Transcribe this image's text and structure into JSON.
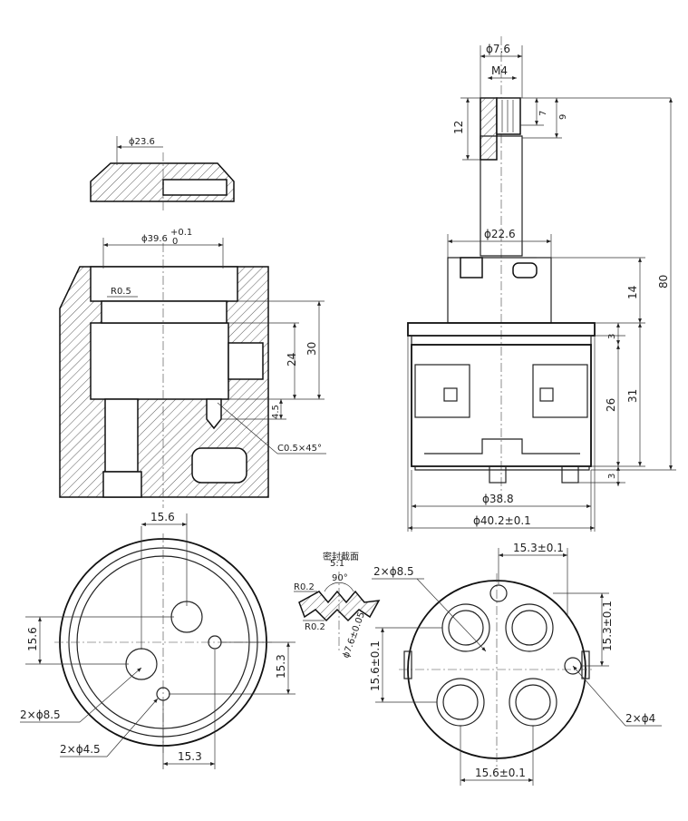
{
  "top_view": {
    "stem_diameter": "ϕ7.6",
    "thread": "M4",
    "stem_height": "12",
    "spline_len": "7",
    "spline_total": "9",
    "collar_diameter": "ϕ22.6",
    "collar_height": "14",
    "overall_height": "80",
    "flange_thickness": "3",
    "body_height": "26",
    "body_total": "31",
    "bottom_step": "3",
    "body_diameter": "ϕ38.8",
    "flange_diameter": "ϕ40.2±0.1"
  },
  "cap_view": {
    "diameter": "ϕ23.6"
  },
  "section_view": {
    "bore_diameter": "ϕ39.6",
    "tol_upper": "+0.1",
    "tol_lower": "0",
    "radius": "R0.5",
    "cavity_height": "24",
    "bore_depth": "30",
    "step": "4.5",
    "chamfer": "C0.5×45°"
  },
  "bottom_left": {
    "hole_offset_x": "15.6",
    "hole_offset_y": "15.6",
    "small_hole_offset": "15.3",
    "bottom_spacing": "15.3",
    "big_holes": "2×ϕ8.5",
    "small_holes": "2×ϕ4.5"
  },
  "detail": {
    "title": "密封截面",
    "scale": "5:1",
    "radius_a": "R0.2",
    "angle": "90°",
    "radius_b": "R0.2",
    "diameter": "ϕ7.6±0.05"
  },
  "bottom_right": {
    "top_spacing": "15.3±0.1",
    "right_spacing": "15.3±0.1",
    "left_spacing": "15.6±0.1",
    "bottom_spacing": "15.6±0.1",
    "big_holes": "2×ϕ8.5",
    "small_holes": "2×ϕ4"
  }
}
